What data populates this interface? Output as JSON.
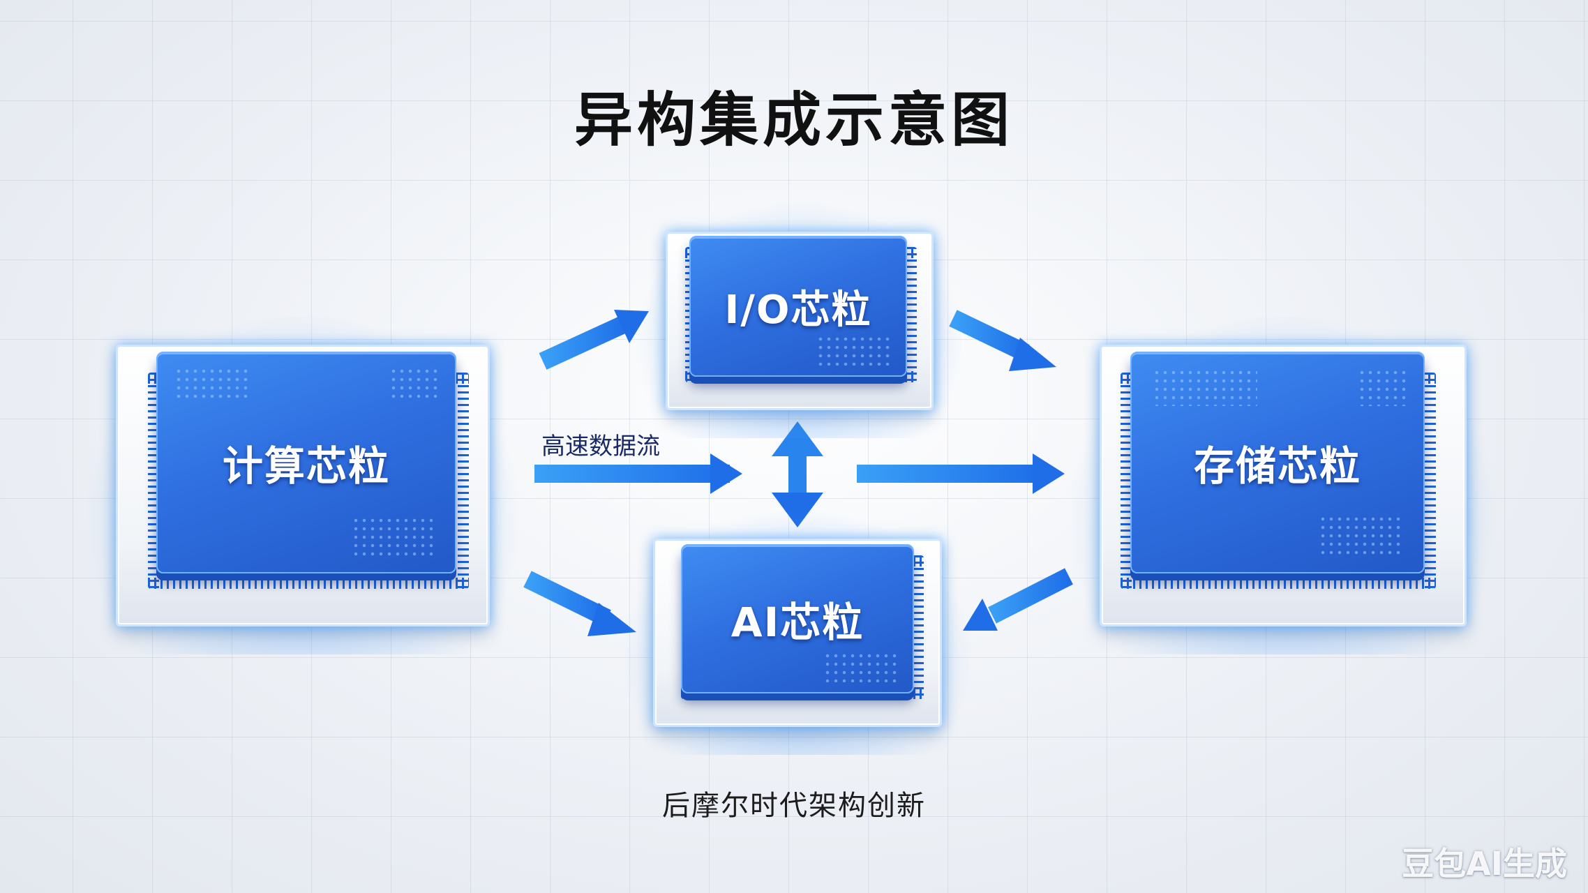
{
  "title": "异构集成示意图",
  "subtitle": "后摩尔时代架构创新",
  "watermark": "豆包AI生成",
  "nodes": {
    "compute": {
      "label": "计算芯粒"
    },
    "io": {
      "label": "I/O芯粒"
    },
    "ai": {
      "label": "AI芯粒"
    },
    "storage": {
      "label": "存储芯粒"
    }
  },
  "edges": [
    {
      "from": "compute",
      "to": "io"
    },
    {
      "from": "compute",
      "to": "hub",
      "label": "高速数据流"
    },
    {
      "from": "compute",
      "to": "ai"
    },
    {
      "from": "io",
      "to": "storage"
    },
    {
      "from": "hub",
      "to": "storage"
    },
    {
      "from": "storage",
      "to": "ai"
    },
    {
      "from": "io",
      "to": "ai",
      "bidirectional": true
    }
  ],
  "colors": {
    "accent": "#2f6fe0",
    "arrow": "#2a84ee",
    "glow": "#3c96ff"
  }
}
